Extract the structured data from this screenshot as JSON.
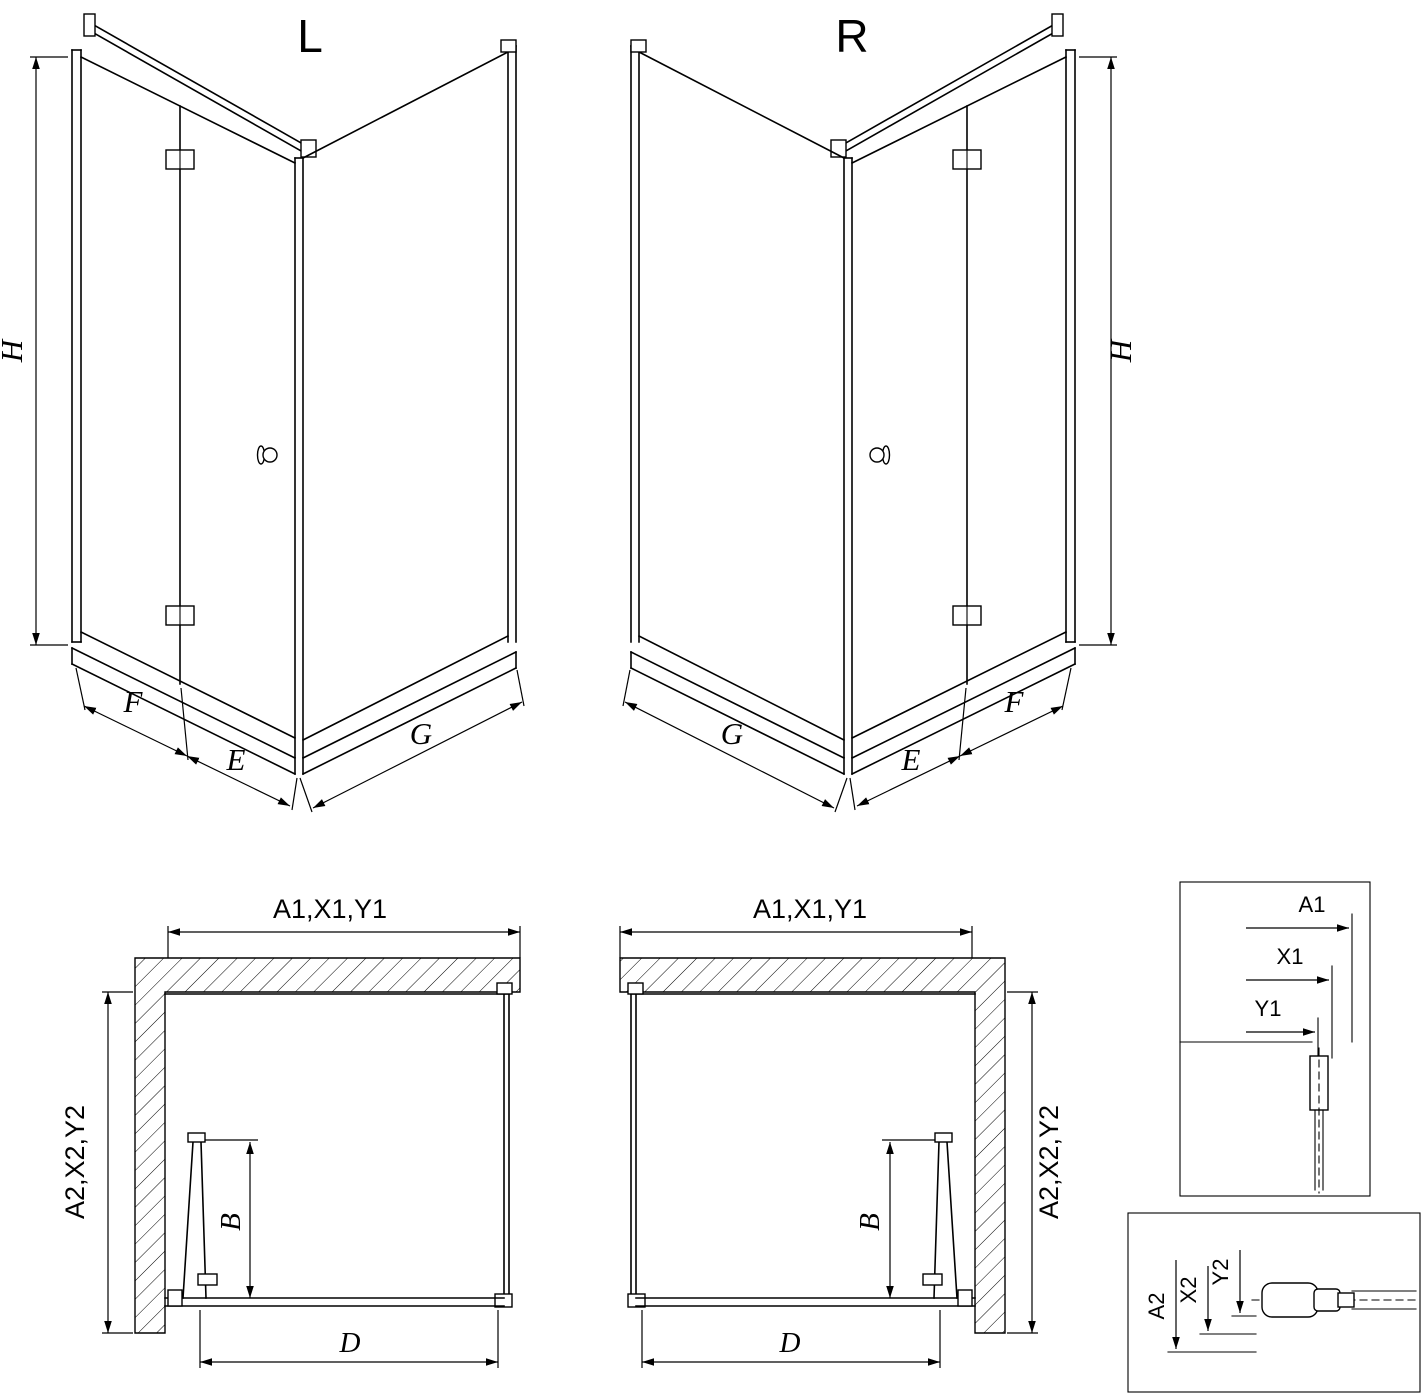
{
  "colors": {
    "line": "#000000",
    "background": "#ffffff"
  },
  "perspective_left": {
    "title": "L",
    "h": "H",
    "f": "F",
    "e": "E",
    "g": "G"
  },
  "perspective_right": {
    "title": "R",
    "h": "H",
    "f": "F",
    "e": "E",
    "g": "G"
  },
  "plan_left": {
    "top": "A1,X1,Y1",
    "side": "A2,X2,Y2",
    "b": "B",
    "d": "D"
  },
  "plan_right": {
    "top": "A1,X1,Y1",
    "side": "A2,X2,Y2",
    "b": "B",
    "d": "D"
  },
  "detail_top": {
    "a1": "A1",
    "x1": "X1",
    "y1": "Y1"
  },
  "detail_bottom": {
    "a2": "A2",
    "x2": "X2",
    "y2": "Y2"
  }
}
